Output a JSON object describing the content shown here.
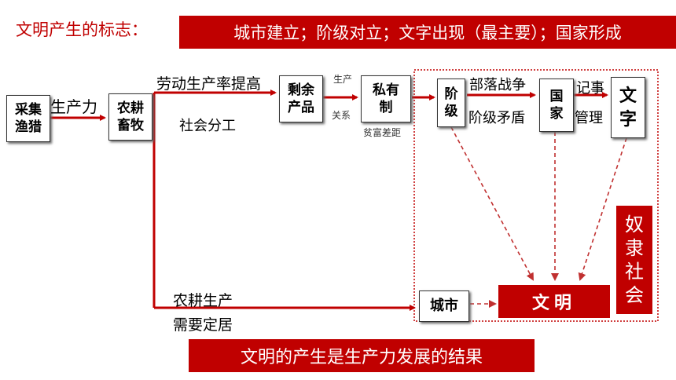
{
  "header": {
    "title": "文明产生的标志：",
    "banner": "城市建立；阶级对立；文字出现（最主要）；国家形成"
  },
  "nodes": {
    "gather": "采集\n渔猎",
    "farming": "农耕\n畜牧",
    "surplus": "剩余\n产品",
    "private": "私有\n制",
    "class": "阶\n级",
    "state": "国\n家",
    "writing": "文\n字",
    "city": "城市",
    "civilization": "文明",
    "slave_society": "奴\n隶\n社\n会"
  },
  "labels": {
    "productivity": "生产力",
    "labor_rate": "劳动生产率提高",
    "division": "社会分工",
    "production": "生产",
    "relations": "关系",
    "wealth_gap": "贫富差距",
    "tribal_war": "部落战争",
    "class_conflict": "阶级矛盾",
    "record": "记事",
    "manage": "管理",
    "farm_prod": "农耕生产",
    "settle": "需要定居"
  },
  "footer": {
    "conclusion": "文明的产生是生产力发展的结果"
  },
  "colors": {
    "accent": "#c00000",
    "dashed": "#d04040"
  }
}
